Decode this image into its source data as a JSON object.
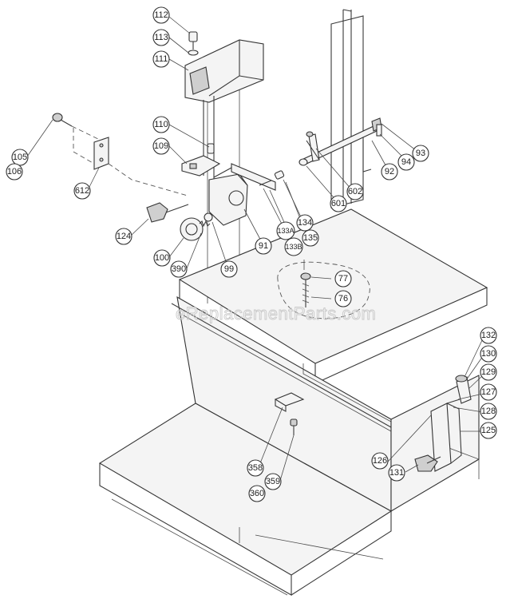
{
  "diagram": {
    "watermark": "eReplacementParts.com",
    "callouts": [
      "112",
      "113",
      "111",
      "110",
      "109",
      "105",
      "106",
      "612",
      "124",
      "100",
      "390",
      "99",
      "91",
      "133A",
      "133B",
      "134",
      "135",
      "601",
      "602",
      "92",
      "94",
      "93",
      "77",
      "76",
      "132",
      "130",
      "129",
      "127",
      "128",
      "125",
      "126",
      "131",
      "358",
      "359",
      "360"
    ]
  }
}
